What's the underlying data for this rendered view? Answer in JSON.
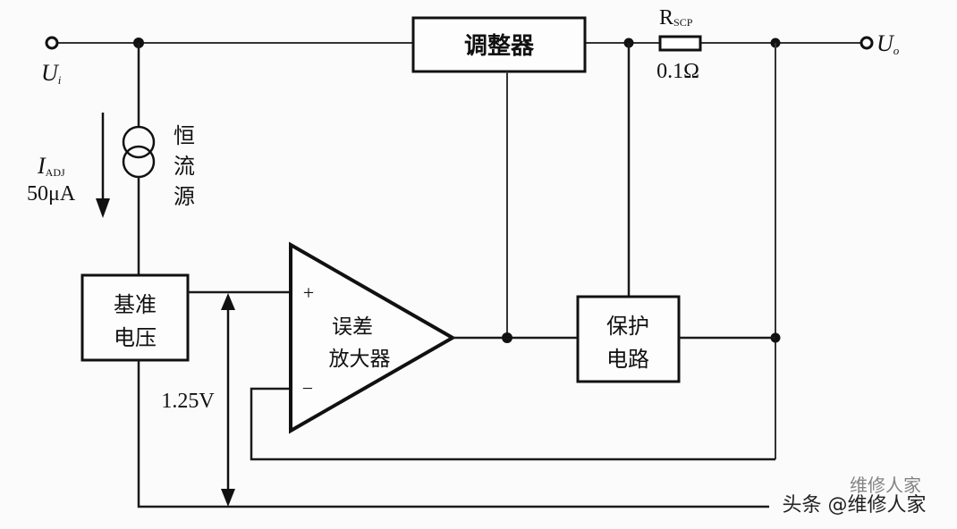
{
  "diagram": {
    "title": "",
    "blocks": {
      "regulator": "调整器",
      "reference": [
        "基准",
        "电压"
      ],
      "error_amp": [
        "误差",
        "放大器"
      ],
      "protection": [
        "保护",
        "电路"
      ],
      "current_source": [
        "恒",
        "流",
        "源"
      ]
    },
    "labels": {
      "input": {
        "main": "U",
        "sub": "i"
      },
      "output": {
        "main": "U",
        "sub": "o"
      },
      "resistor_name": {
        "main": "R",
        "sub": "SCP"
      },
      "resistor_value": "0.1Ω",
      "current_name": {
        "main": "I",
        "sub": "ADJ"
      },
      "current_value": "50μA",
      "ref_voltage": "1.25V",
      "plus": "+",
      "minus": "−"
    },
    "watermark": {
      "line1": "维修人家",
      "line2": "头条 @维修人家"
    }
  }
}
